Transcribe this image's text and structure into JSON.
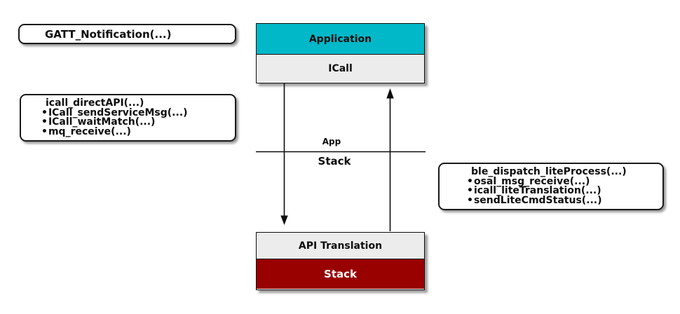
{
  "boxes": {
    "top": {
      "application_label": "Application",
      "icall_label": "ICall"
    },
    "bottom": {
      "api_translation_label": "API Translation",
      "stack_label": "Stack"
    }
  },
  "boundary": {
    "app_label": "App",
    "stack_label": "Stack"
  },
  "callouts": {
    "gatt_notification": {
      "title": "GATT_Notification(...)"
    },
    "icall_direct_api": {
      "title": "icall_directAPI(...)",
      "items": [
        "ICall_sendServiceMsg(...)",
        "ICall_waitMatch(...)",
        "mq_receive(...)"
      ]
    },
    "ble_dispatch_lite": {
      "title": "ble_dispatch_liteProcess(...)",
      "items": [
        "osal_msg_receive(...)",
        "icall_liteTranslation(...)",
        "sendLiteCmdStatus(...)"
      ]
    }
  },
  "icons": {
    "bullet": "•"
  },
  "colors": {
    "application_bg": "#00b8c8",
    "stack_bg": "#990000",
    "layer_bg": "#ececec",
    "stack_text": "#ffffff",
    "line": "#0d0d0d"
  }
}
